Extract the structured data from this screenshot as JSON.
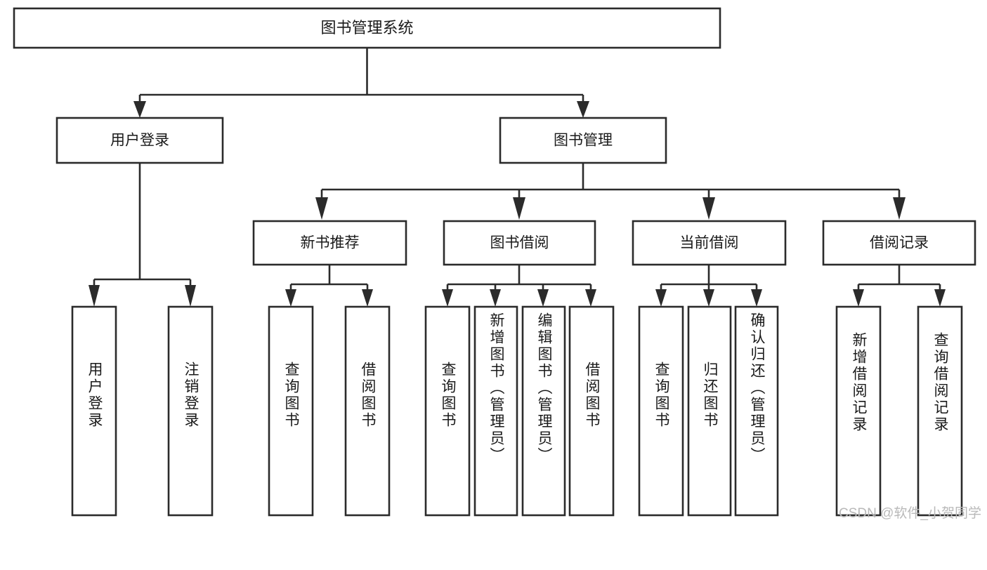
{
  "diagram": {
    "type": "tree-hierarchy-flowchart",
    "title": "图书管理系统",
    "orientation": "top-down",
    "levels": 4,
    "root": {
      "id": "root",
      "label": "图书管理系统"
    },
    "level2": [
      {
        "id": "user-login",
        "label": "用户登录"
      },
      {
        "id": "book-management",
        "label": "图书管理"
      }
    ],
    "level3": [
      {
        "id": "new-book-recommend",
        "label": "新书推荐",
        "parent": "book-management"
      },
      {
        "id": "book-borrow",
        "label": "图书借阅",
        "parent": "book-management"
      },
      {
        "id": "current-borrow",
        "label": "当前借阅",
        "parent": "book-management"
      },
      {
        "id": "borrow-record",
        "label": "借阅记录",
        "parent": "book-management"
      }
    ],
    "leaves": [
      {
        "id": "leaf-user-login",
        "label": "用户登录",
        "parent": "user-login"
      },
      {
        "id": "leaf-logout-login",
        "label": "注销登录",
        "parent": "user-login"
      },
      {
        "id": "leaf-query-book-1",
        "label": "查询图书",
        "parent": "new-book-recommend"
      },
      {
        "id": "leaf-borrow-book-1",
        "label": "借阅图书",
        "parent": "new-book-recommend"
      },
      {
        "id": "leaf-query-book-2",
        "label": "查询图书",
        "parent": "book-borrow"
      },
      {
        "id": "leaf-add-book",
        "label": "新增图书（管理员）",
        "parent": "book-borrow"
      },
      {
        "id": "leaf-edit-book",
        "label": "编辑图书（管理员）",
        "parent": "book-borrow"
      },
      {
        "id": "leaf-borrow-book-2",
        "label": "借阅图书",
        "parent": "book-borrow"
      },
      {
        "id": "leaf-query-book-3",
        "label": "查询图书",
        "parent": "current-borrow"
      },
      {
        "id": "leaf-return-book",
        "label": "归还图书",
        "parent": "current-borrow"
      },
      {
        "id": "leaf-confirm-return",
        "label": "确认归还（管理员）",
        "parent": "current-borrow"
      },
      {
        "id": "leaf-add-record",
        "label": "新增借阅记录",
        "parent": "borrow-record"
      },
      {
        "id": "leaf-query-record",
        "label": "查询借阅记录",
        "parent": "borrow-record"
      }
    ],
    "watermark": "CSDN @软件_小贺同学",
    "colors": {
      "stroke": "#2b2b2b",
      "fill": "#ffffff",
      "text": "#1a1a1a",
      "watermark": "#b9b9b9",
      "background": "#ffffff"
    }
  }
}
